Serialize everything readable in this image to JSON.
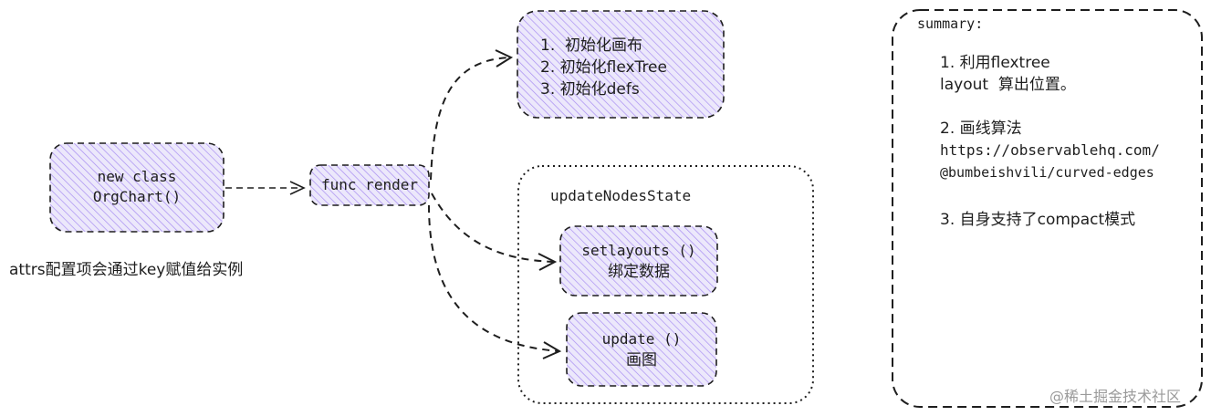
{
  "colors": {
    "stroke": "#1e1e1e",
    "box_fill": "#ece8fb",
    "hatch": "#a98ff2",
    "watermark": "#9a9a9a"
  },
  "nodes": {
    "new_class": {
      "line1": "new class",
      "line2": "OrgChart()"
    },
    "func_render": {
      "label": "func render"
    },
    "init_box": {
      "line1": "1.  初始化画布",
      "line2": "2. 初始化flexTree",
      "line3": "3. 初始化defs"
    },
    "update_nodes_state": {
      "title": "updateNodesState"
    },
    "setlayouts": {
      "line1": "setlayouts ()",
      "line2": "绑定数据"
    },
    "update": {
      "line1": "update ()",
      "line2": "画图"
    }
  },
  "attrs_note": "attrs配置项会通过key赋值给实例",
  "summary": {
    "title": "summary:",
    "item1_line1": "1. 利用flextree",
    "item1_line2": "layout  算出位置。",
    "item2_line1": "2. 画线算法",
    "item2_line2": "https://observablehq.com/",
    "item2_line3": "@bumbeishvili/curved-edges",
    "item3": "3. 自身支持了compact模式"
  },
  "watermark": "@稀土掘金技术社区",
  "icons": {
    "arrow_new_to_render": "arrow-right-icon",
    "arrow_render_to_init": "curved-arrow-icon",
    "arrow_render_to_setlayouts": "curved-arrow-icon",
    "arrow_render_to_update": "curved-arrow-icon"
  }
}
